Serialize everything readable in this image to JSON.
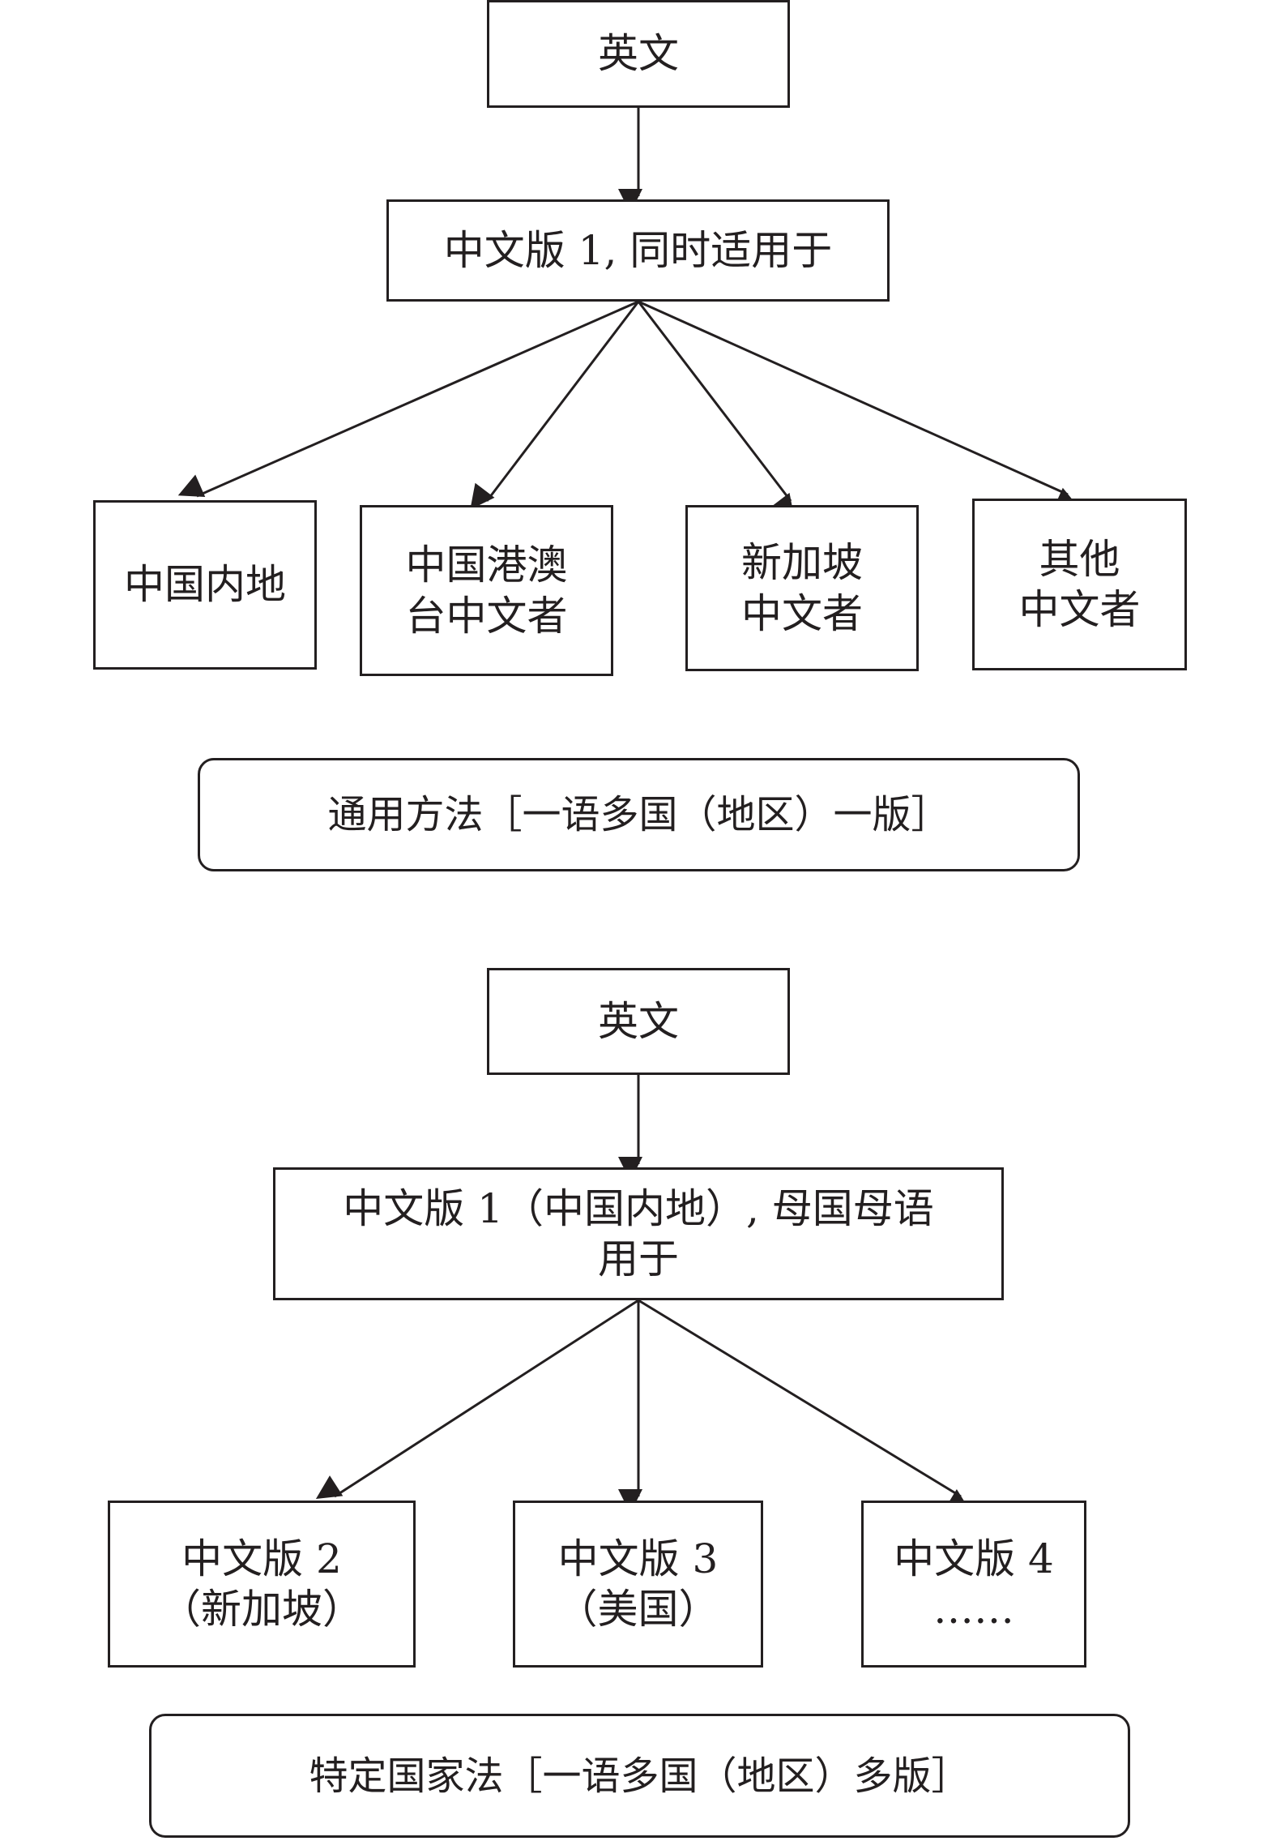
{
  "diagram_top": {
    "source": "英文",
    "version": "中文版 1, 同时适用于",
    "targets": [
      {
        "lines": [
          "中国内地"
        ]
      },
      {
        "lines": [
          "中国港澳",
          "台中文者"
        ]
      },
      {
        "lines": [
          "新加坡",
          "中文者"
        ]
      },
      {
        "lines": [
          "其他",
          "中文者"
        ]
      }
    ],
    "method": "通用方法［一语多国（地区）一版］"
  },
  "diagram_bottom": {
    "source": "英文",
    "version_lines": [
      "中文版 1（中国内地）, 母国母语",
      "用于"
    ],
    "targets": [
      {
        "lines": [
          "中文版 2",
          "（新加坡）"
        ]
      },
      {
        "lines": [
          "中文版 3",
          "（美国）"
        ]
      },
      {
        "lines": [
          "中文版 4",
          "……"
        ]
      }
    ],
    "method": "特定国家法［一语多国（地区）多版］"
  }
}
